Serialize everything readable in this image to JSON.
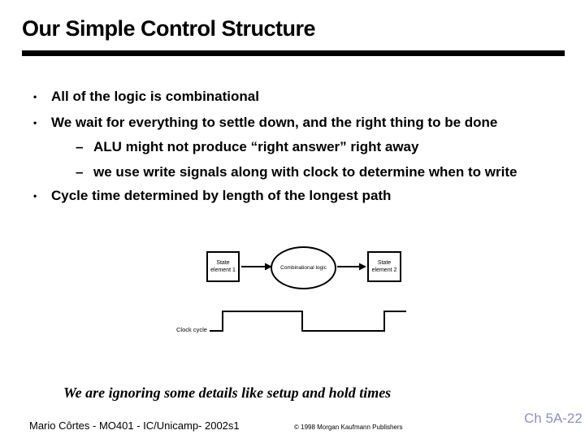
{
  "slide": {
    "title": "Our Simple Control Structure",
    "bullets": [
      {
        "level": 1,
        "marker": "•",
        "text": "All of the logic is combinational"
      },
      {
        "level": 1,
        "marker": "•",
        "text": "We wait for everything to settle down, and the right thing to be done"
      },
      {
        "level": 2,
        "marker": "–",
        "text": "ALU might not produce “right answer” right away"
      },
      {
        "level": 2,
        "marker": "–",
        "text": "we use write signals along with clock to determine when to write"
      },
      {
        "level": 1,
        "marker": "•",
        "text": "Cycle time determined by length of the longest path"
      }
    ],
    "note": "We are ignoring some details like setup and hold times"
  },
  "diagram": {
    "state_element_1": "State element 1",
    "combinational_logic": "Combinational logic",
    "state_element_2": "State element 2",
    "clock_label": "Clock cycle"
  },
  "footer": {
    "author": "Mario Côrtes - MO401 - IC/Unicamp- 2002s1",
    "copyright": "© 1998 Morgan Kaufmann Publishers",
    "page": "Ch 5A-22",
    "page_color": "#8b92c3"
  },
  "colors": {
    "background": "#ffffff",
    "text": "#000000",
    "rule": "#000000"
  }
}
